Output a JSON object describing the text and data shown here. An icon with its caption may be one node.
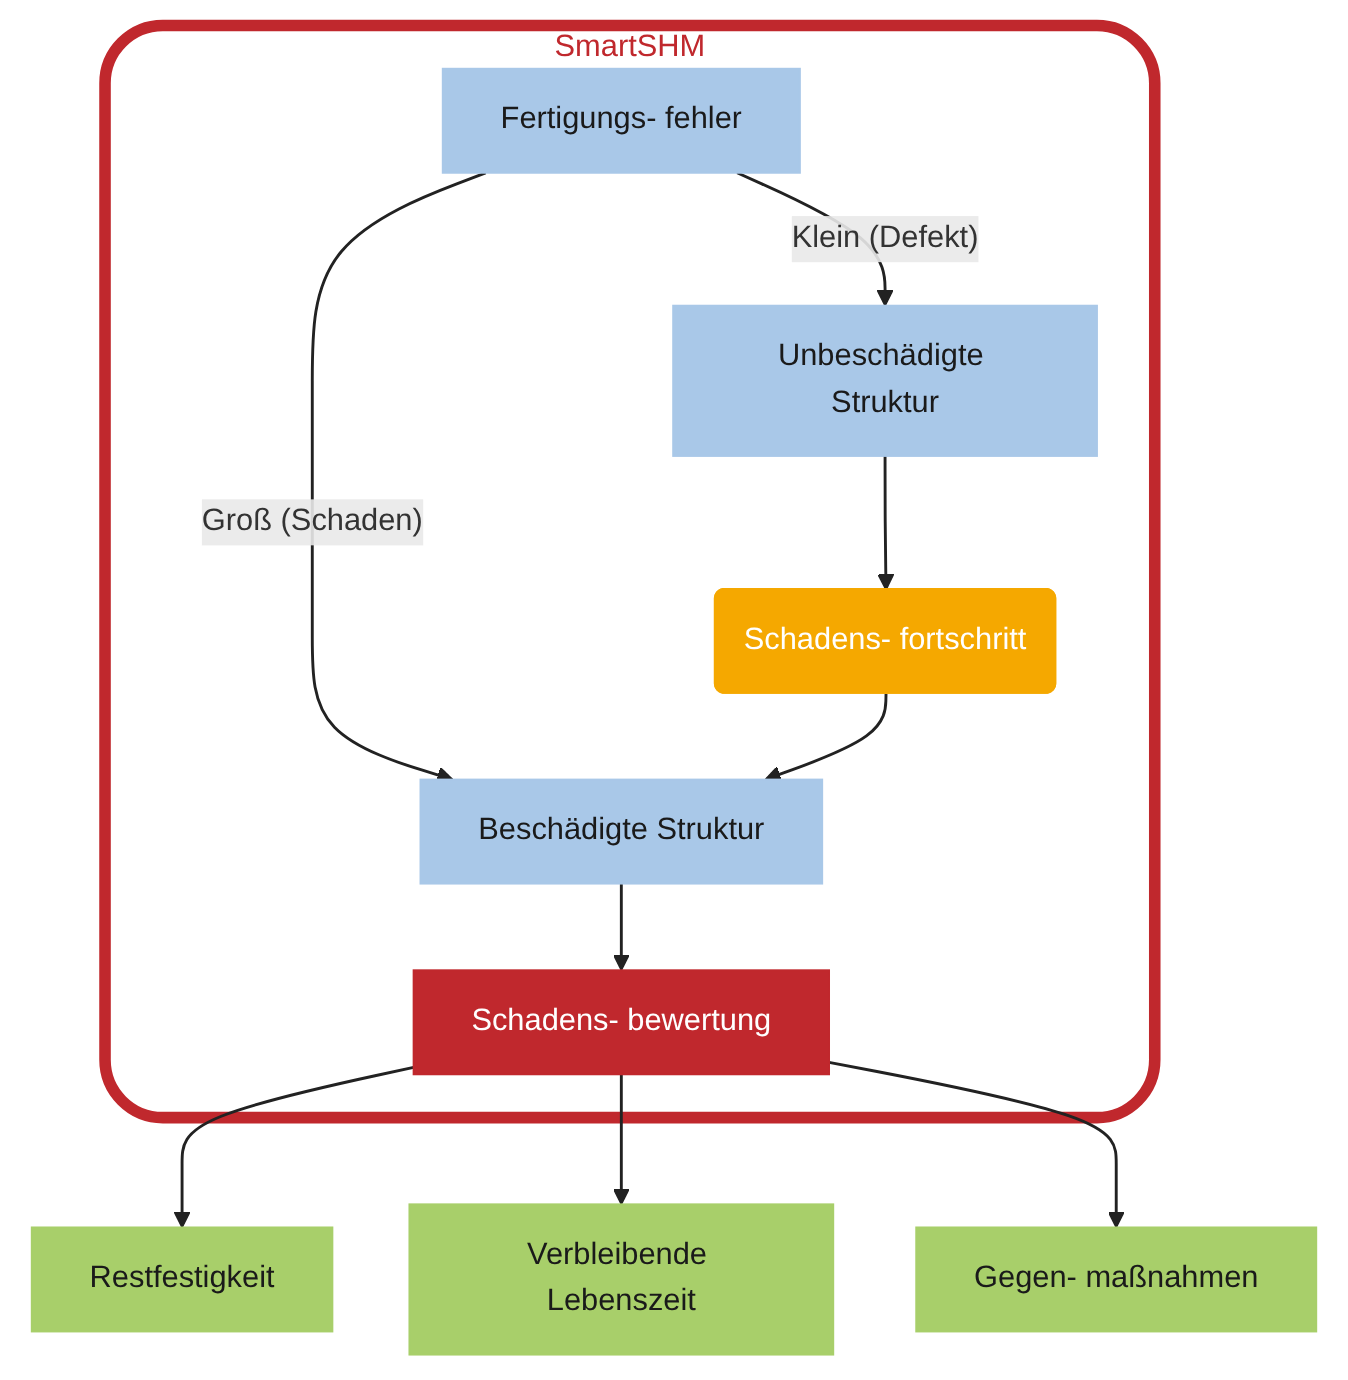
{
  "diagram": {
    "nodes": [
      {
        "text": [
          "SmartSHM"
        ]
      },
      {
        "text": [
          "Fertigungs- fehler"
        ],
        "in": 0
      },
      {
        "text": [
          "Unbeschädigte Struktur"
        ],
        "in": 0
      },
      {
        "text": [
          "Schadens- fortschritt"
        ],
        "in": 0
      },
      {
        "text": [
          "Beschädigte Struktur"
        ],
        "in": 0
      },
      {
        "text": [
          "Schadens- bewertung"
        ],
        "in": 0
      },
      {
        "text": [
          "Restfestigkeit"
        ]
      },
      {
        "text": [
          "Verbleibende Lebenszeit"
        ]
      },
      {
        "text": [
          "Gegen- maßnahmen"
        ]
      }
    ],
    "edges": [
      {
        "from": 1,
        "to": 2,
        "arrow": "to",
        "label": "Klein (Defekt)"
      },
      {
        "from": 2,
        "to": 3,
        "arrow": "to"
      },
      {
        "from": 1,
        "to": 4,
        "arrow": "to",
        "label": "Groß (Schaden)"
      },
      {
        "from": 3,
        "to": 4,
        "arrow": "to"
      },
      {
        "from": 4,
        "to": 5,
        "arrow": "to"
      },
      {
        "from": 5,
        "to": 6,
        "arrow": "to"
      },
      {
        "from": 5,
        "to": 7,
        "arrow": "to"
      },
      {
        "from": 5,
        "to": 8,
        "arrow": "to"
      }
    ]
  }
}
